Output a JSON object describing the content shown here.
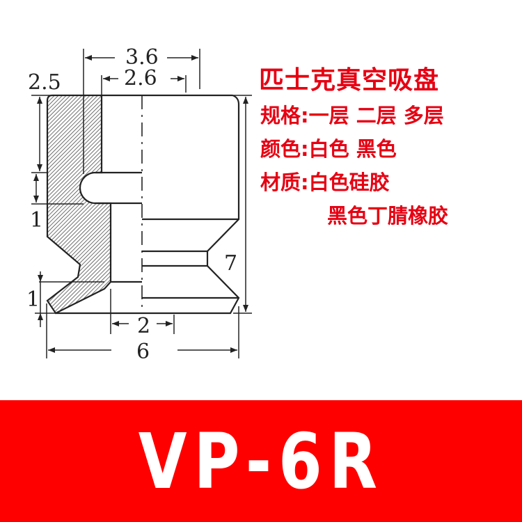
{
  "title": "匹士克真空吸盘",
  "specs": [
    {
      "label": "规格",
      "value": "一层 二层 多层"
    },
    {
      "label": "颜色",
      "value": "白色 黑色"
    },
    {
      "label": "材质",
      "value": "白色硅胶"
    },
    {
      "label": "",
      "value": "黑色丁腈橡胶"
    }
  ],
  "spec_lines": [
    "规格:一层 二层 多层",
    "颜色:白色 黑色",
    "材质:白色硅胶",
    "黑色丁腈橡胶"
  ],
  "model": "VP-6R",
  "dimensions": {
    "top_outer": "3.6",
    "top_inner": "2.6",
    "left_top": "2.5",
    "left_mid": "1",
    "left_bottom": "1",
    "bottom_inner": "2",
    "bottom_overall": "6",
    "height": "7"
  },
  "colors": {
    "accent": "#e60012",
    "banner": "#ff0000",
    "banner_text": "#ffffff",
    "line": "#222222"
  }
}
